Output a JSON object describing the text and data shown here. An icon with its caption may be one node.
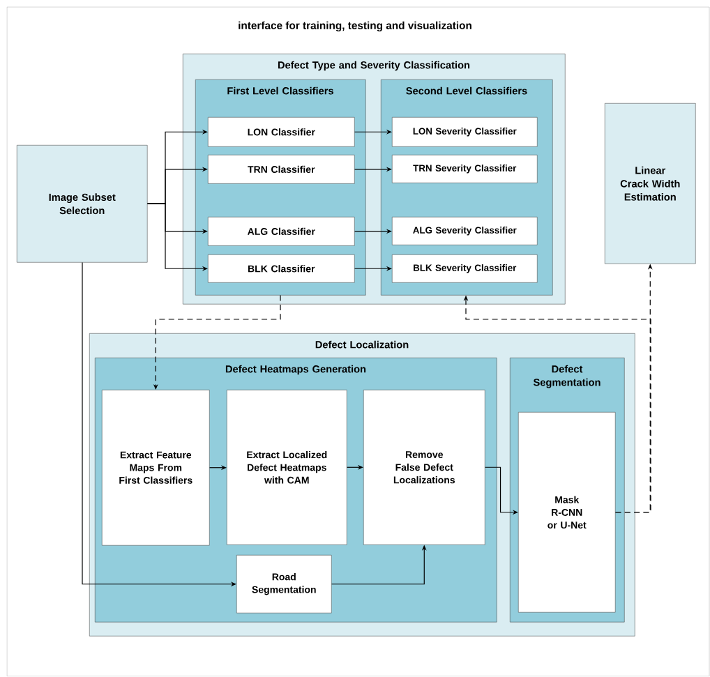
{
  "diagram": {
    "title": "interface for training, testing and visualization",
    "nodes": [
      {
        "text": [
          "Image Subset Selection"
        ]
      },
      {
        "text": [
          "Defect Type and Severity Classification"
        ]
      },
      {
        "text": [
          "First Level Classifiers"
        ],
        "in": 1
      },
      {
        "text": [
          "Second Level Classifiers"
        ],
        "in": 1
      },
      {
        "text": [
          "LON Classifier"
        ],
        "in": 2
      },
      {
        "text": [
          "TRN Classifier"
        ],
        "in": 2
      },
      {
        "text": [
          "ALG Classifier"
        ],
        "in": 2
      },
      {
        "text": [
          "BLK Classifier"
        ],
        "in": 2
      },
      {
        "text": [
          "LON Severity Classifier"
        ],
        "in": 3
      },
      {
        "text": [
          "TRN Severity Classifier"
        ],
        "in": 3
      },
      {
        "text": [
          "ALG Severity Classifier"
        ],
        "in": 3
      },
      {
        "text": [
          "BLK Severity Classifier"
        ],
        "in": 3
      },
      {
        "text": [
          "Linear Crack Width Estimation"
        ]
      },
      {
        "text": [
          "Defect  Localization"
        ]
      },
      {
        "text": [
          "Defect Heatmaps Generation"
        ],
        "in": 13
      },
      {
        "text": [
          "Defect Segmentation"
        ],
        "in": 13
      },
      {
        "text": [
          "Extract Feature Maps From First Classifiers"
        ],
        "in": 14
      },
      {
        "text": [
          "Extract Localized Defect Heatmaps with CAM"
        ],
        "in": 14
      },
      {
        "text": [
          "Remove False Defect Localizations"
        ],
        "in": 14
      },
      {
        "text": [
          "Road Segmentation"
        ],
        "in": 14
      },
      {
        "text": [
          "Mask R-CNN or U-Net"
        ],
        "in": 15
      }
    ],
    "edges": [
      {
        "from": 0,
        "to": 4,
        "arrow": "to"
      },
      {
        "from": 0,
        "to": 5,
        "arrow": "to"
      },
      {
        "from": 0,
        "to": 6,
        "arrow": "to"
      },
      {
        "from": 0,
        "to": 7,
        "arrow": "to"
      },
      {
        "from": 4,
        "to": 8,
        "arrow": "to"
      },
      {
        "from": 5,
        "to": 9,
        "arrow": "to"
      },
      {
        "from": 6,
        "to": 10,
        "arrow": "to"
      },
      {
        "from": 7,
        "to": 11,
        "arrow": "to"
      },
      {
        "from": 2,
        "to": 16,
        "arrow": "to",
        "style": "dashed"
      },
      {
        "from": 16,
        "to": 17,
        "arrow": "to"
      },
      {
        "from": 17,
        "to": 18,
        "arrow": "to"
      },
      {
        "from": 18,
        "to": 20,
        "arrow": "to"
      },
      {
        "from": 0,
        "to": 19,
        "arrow": "to"
      },
      {
        "from": 19,
        "to": 18,
        "arrow": "to"
      },
      {
        "from": 20,
        "to": 12,
        "arrow": "to",
        "style": "dashed"
      },
      {
        "from": 20,
        "to": 3,
        "arrow": "to",
        "style": "dashed"
      }
    ]
  }
}
